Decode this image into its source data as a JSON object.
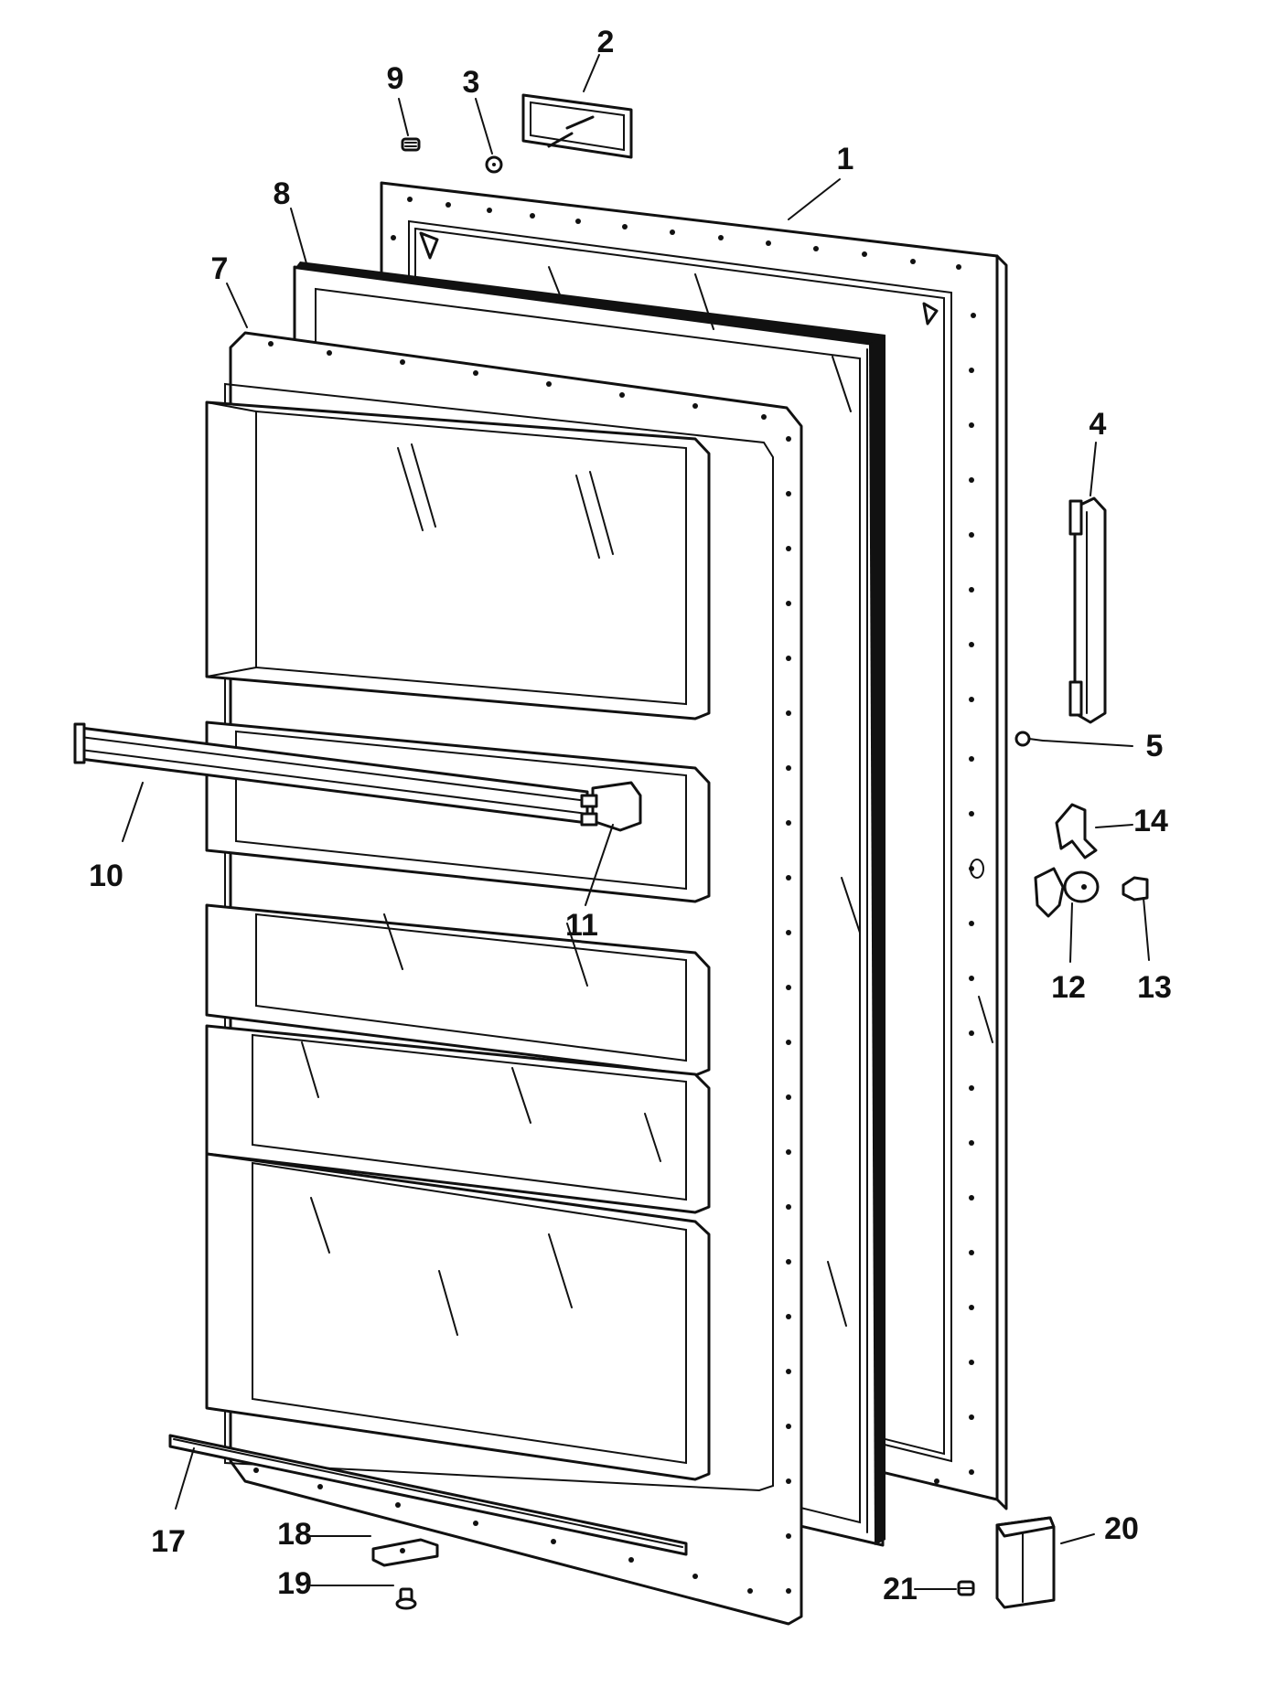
{
  "parts": [
    {
      "id": "part-1",
      "label": "1"
    },
    {
      "id": "part-2",
      "label": "2"
    },
    {
      "id": "part-3",
      "label": "3"
    },
    {
      "id": "part-4",
      "label": "4"
    },
    {
      "id": "part-5",
      "label": "5"
    },
    {
      "id": "part-7",
      "label": "7"
    },
    {
      "id": "part-8",
      "label": "8"
    },
    {
      "id": "part-9",
      "label": "9"
    },
    {
      "id": "part-10",
      "label": "10"
    },
    {
      "id": "part-11",
      "label": "11"
    },
    {
      "id": "part-12",
      "label": "12"
    },
    {
      "id": "part-13",
      "label": "13"
    },
    {
      "id": "part-14",
      "label": "14"
    },
    {
      "id": "part-17",
      "label": "17"
    },
    {
      "id": "part-18",
      "label": "18"
    },
    {
      "id": "part-19",
      "label": "19"
    },
    {
      "id": "part-20",
      "label": "20"
    },
    {
      "id": "part-21",
      "label": "21"
    }
  ]
}
